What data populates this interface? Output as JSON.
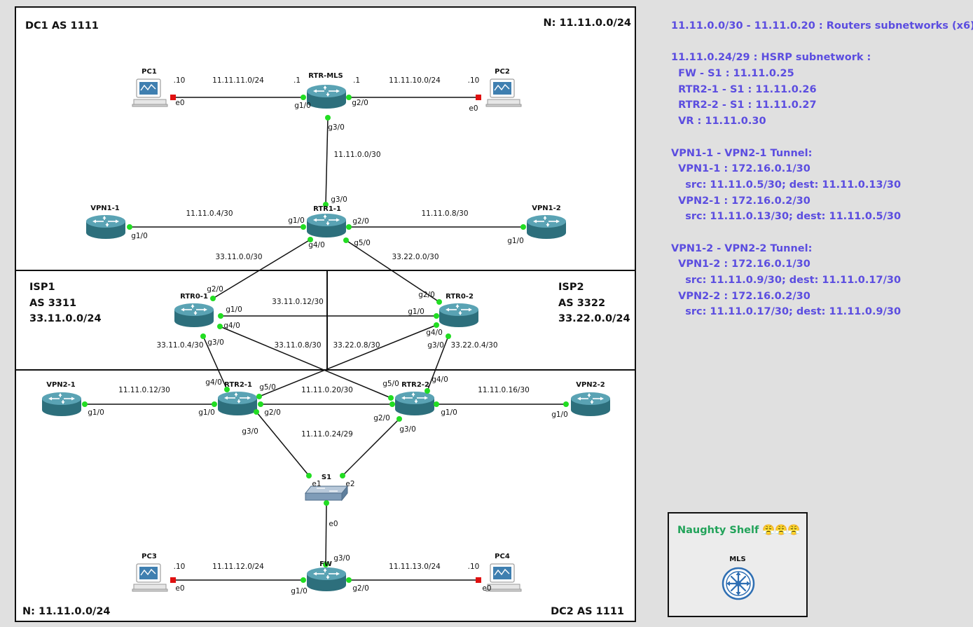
{
  "zones": {
    "dc1": "DC1 AS 1111",
    "dc1_net": "N: 11.11.0.0/24",
    "isp1_name": "ISP1",
    "isp1_as": "AS 3311",
    "isp1_net": "33.11.0.0/24",
    "isp2_name": "ISP2",
    "isp2_as": "AS 3322",
    "isp2_net": "33.22.0.0/24",
    "dc2_net": "N: 11.11.0.0/24",
    "dc2": "DC2 AS 1111"
  },
  "devices": {
    "pc1": "PC1",
    "pc2": "PC2",
    "pc3": "PC3",
    "pc4": "PC4",
    "rtr_mls": "RTR-MLS",
    "rtr1_1": "RTR1-1",
    "vpn1_1": "VPN1-1",
    "vpn1_2": "VPN1-2",
    "rtr0_1": "RTR0-1",
    "rtr0_2": "RTR0-2",
    "rtr2_1": "RTR2-1",
    "rtr2_2": "RTR2-2",
    "vpn2_1": "VPN2-1",
    "vpn2_2": "VPN2-2",
    "s1": "S1",
    "fw": "FW"
  },
  "links": {
    "pc1_mls": "11.11.11.0/24",
    "mls_pc2": "11.11.10.0/24",
    "mls_rtr11": "11.11.0.0/30",
    "vpn11_rtr11": "11.11.0.4/30",
    "rtr11_vpn12": "11.11.0.8/30",
    "rtr11_rtr01": "33.11.0.0/30",
    "rtr11_rtr02": "33.22.0.0/30",
    "rtr01_rtr02": "33.11.0.12/30",
    "rtr01_rtr21": "33.11.0.4/30",
    "rtr01_rtr22": "33.11.0.8/30",
    "rtr02_rtr21": "33.22.0.8/30",
    "rtr02_rtr22": "33.22.0.4/30",
    "vpn21_rtr21": "11.11.0.12/30",
    "rtr21_rtr22": "11.11.0.20/30",
    "rtr22_vpn22": "11.11.0.16/30",
    "hsrp": "11.11.0.24/29",
    "pc3_fw": "11.11.12.0/24",
    "fw_pc4": "11.11.13.0/24"
  },
  "ports": {
    "pc1_ip": ".10",
    "pc1_e0": "e0",
    "mls_ip1": ".1",
    "mls_g10": "g1/0",
    "mls_ip2": ".1",
    "mls_g20": "g2/0",
    "pc2_ip": ".10",
    "pc2_e0": "e0",
    "mls_g30": "g3/0",
    "rtr11_g30": "g3/0",
    "rtr11_g10": "g1/0",
    "rtr11_g20": "g2/0",
    "rtr11_g40": "g4/0",
    "rtr11_g50": "g5/0",
    "vpn11_g10": "g1/0",
    "vpn12_g10": "g1/0",
    "rtr01_g20": "g2/0",
    "rtr01_g10": "g1/0",
    "rtr01_g40": "g4/0",
    "rtr01_g30": "g3/0",
    "rtr02_g20": "g2/0",
    "rtr02_g10": "g1/0",
    "rtr02_g40": "g4/0",
    "rtr02_g30": "g3/0",
    "rtr21_g40": "g4/0",
    "rtr21_g50": "g5/0",
    "rtr21_g10": "g1/0",
    "rtr21_g20": "g2/0",
    "rtr21_g30": "g3/0",
    "rtr22_g50": "g5/0",
    "rtr22_g40": "g4/0",
    "rtr22_g10": "g1/0",
    "rtr22_g20": "g2/0",
    "rtr22_g30": "g3/0",
    "vpn21_g10": "g1/0",
    "vpn22_g10": "g1/0",
    "s1_e1": "e1",
    "s1_e2": "e2",
    "s1_e0": "e0",
    "fw_g30": "g3/0",
    "fw_g10": "g1/0",
    "fw_g20": "g2/0",
    "pc3_ip": ".10",
    "pc3_e0": "e0",
    "pc4_ip": ".10",
    "pc4_e0": "e0"
  },
  "notes": [
    "11.11.0.0/30 - 11.11.0.20 : Routers subnetworks (x6)",
    "",
    "11.11.0.24/29 : HSRP subnetwork :",
    "  FW - S1 : 11.11.0.25",
    "  RTR2-1 - S1 : 11.11.0.26",
    "  RTR2-2 - S1 : 11.11.0.27",
    "  VR : 11.11.0.30",
    "",
    "VPN1-1 - VPN2-1 Tunnel:",
    "  VPN1-1 : 172.16.0.1/30",
    "    src: 11.11.0.5/30; dest: 11.11.0.13/30",
    "  VPN2-1 : 172.16.0.2/30",
    "    src: 11.11.0.13/30; dest: 11.11.0.5/30",
    "",
    "VPN1-2 - VPN2-2 Tunnel:",
    "  VPN1-2 : 172.16.0.1/30",
    "    src: 11.11.0.9/30; dest: 11.11.0.17/30",
    "  VPN2-2 : 172.16.0.2/30",
    "    src: 11.11.0.17/30; dest: 11.11.0.9/30"
  ],
  "shelf": {
    "title": "Naughty Shelf 😤😤😤",
    "device": "MLS"
  }
}
